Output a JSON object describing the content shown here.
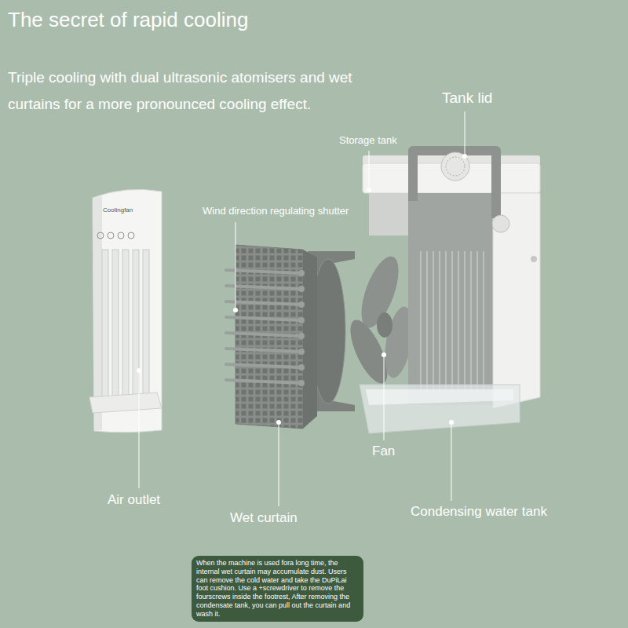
{
  "diagram": {
    "title": "The secret of rapid cooling",
    "nodes": [
      {
        "text": [
          "When the machine is used fora long time, the internal wet curtain may accumulate dust. Users can remove the cold water and take the DuPiLai foot cushion. Use a +screwdriver to remove the fourscrews inside the footrest, After removing the condensate tank, you can pull out the curtain and wash it."
        ]
      }
    ],
    "labels": [
      "Triple cooling with dual ultrasonic atomisers and wet curtains for a more pronounced cooling effect.",
      "Tank lid",
      "Storage tank",
      "Wind direction regulating shutter",
      "Fan",
      "Air outlet",
      "Wet curtain",
      "Condensing water tank",
      "Coolingfan"
    ]
  }
}
